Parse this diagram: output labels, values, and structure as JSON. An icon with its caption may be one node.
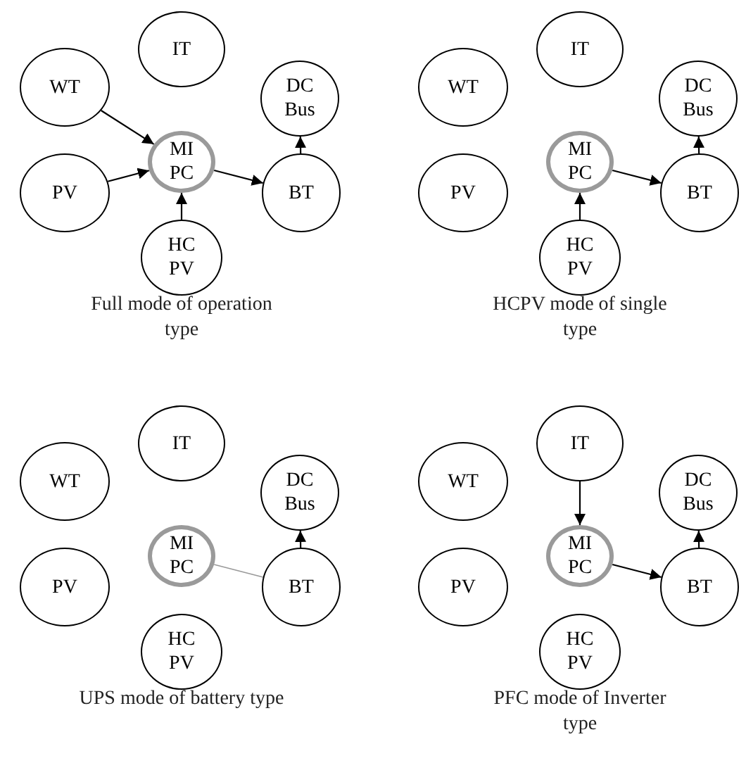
{
  "diagram": {
    "nodes": [
      {
        "text": [
          "IT"
        ]
      },
      {
        "text": [
          "WT"
        ]
      },
      {
        "text": [
          "DC Bus"
        ]
      },
      {
        "text": [
          "MI PC"
        ]
      },
      {
        "text": [
          "PV"
        ]
      },
      {
        "text": [
          "BT"
        ]
      },
      {
        "text": [
          "HC PV"
        ]
      },
      {
        "text": [
          "IT"
        ]
      },
      {
        "text": [
          "WT"
        ]
      },
      {
        "text": [
          "DC Bus"
        ]
      },
      {
        "text": [
          "MI PC"
        ]
      },
      {
        "text": [
          "PV"
        ]
      },
      {
        "text": [
          "BT"
        ]
      },
      {
        "text": [
          "HC PV"
        ]
      },
      {
        "text": [
          "IT"
        ]
      },
      {
        "text": [
          "WT"
        ]
      },
      {
        "text": [
          "DC Bus"
        ]
      },
      {
        "text": [
          "MI PC"
        ]
      },
      {
        "text": [
          "PV"
        ]
      },
      {
        "text": [
          "BT"
        ]
      },
      {
        "text": [
          "HC PV"
        ]
      },
      {
        "text": [
          "IT"
        ]
      },
      {
        "text": [
          "WT"
        ]
      },
      {
        "text": [
          "DC Bus"
        ]
      },
      {
        "text": [
          "MI PC"
        ]
      },
      {
        "text": [
          "PV"
        ]
      },
      {
        "text": [
          "BT"
        ]
      },
      {
        "text": [
          "HC PV"
        ]
      }
    ],
    "edges": [
      {
        "from": 1,
        "to": 3,
        "arrow": "to"
      },
      {
        "from": 4,
        "to": 3,
        "arrow": "to"
      },
      {
        "from": 6,
        "to": 3,
        "arrow": "to"
      },
      {
        "from": 3,
        "to": 5,
        "arrow": "to"
      },
      {
        "from": 5,
        "to": 2,
        "arrow": "to"
      },
      {
        "from": 13,
        "to": 10,
        "arrow": "to"
      },
      {
        "from": 10,
        "to": 12,
        "arrow": "to"
      },
      {
        "from": 12,
        "to": 9,
        "arrow": "to"
      },
      {
        "from": 17,
        "to": 19,
        "arrow": "none",
        "color": "#999999"
      },
      {
        "from": 19,
        "to": 16,
        "arrow": "to"
      },
      {
        "from": 21,
        "to": 24,
        "arrow": "to"
      },
      {
        "from": 24,
        "to": 26,
        "arrow": "to"
      },
      {
        "from": 26,
        "to": 23,
        "arrow": "to"
      }
    ],
    "labels": [
      "Full mode of operation type",
      "HCPV mode of single type",
      "UPS mode of battery type",
      "PFC mode of Inverter type"
    ]
  }
}
